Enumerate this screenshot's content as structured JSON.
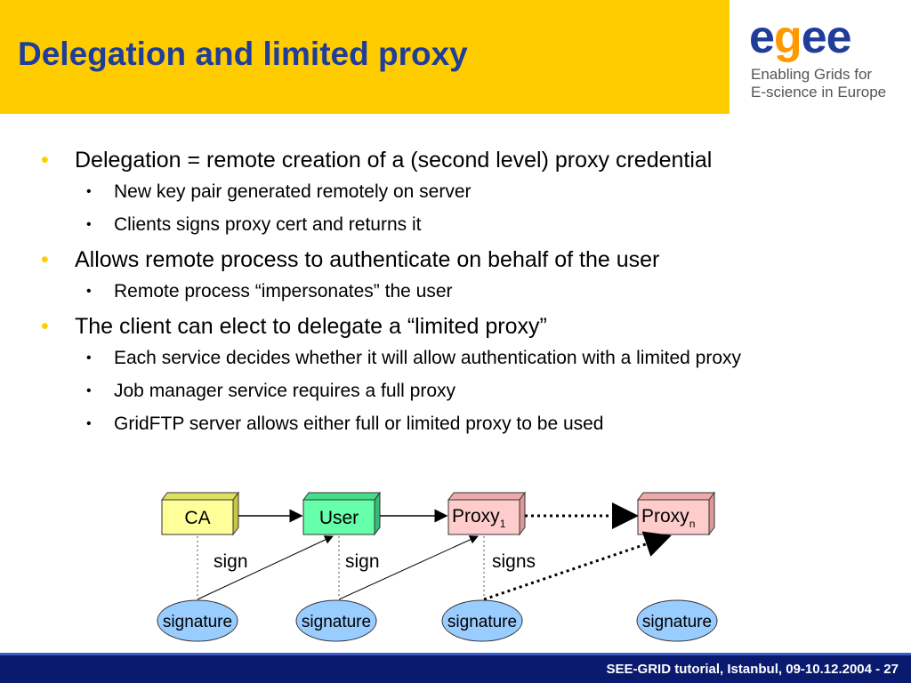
{
  "slide": {
    "title": "Delegation and limited proxy",
    "logo": {
      "word": "egee",
      "tagline_line1": "Enabling Grids for",
      "tagline_line2": "E-science in Europe"
    },
    "bullets": [
      {
        "text": "Delegation = remote creation of a (second level) proxy credential",
        "sub": [
          "New key pair generated remotely on server",
          "Clients signs proxy cert and returns it"
        ]
      },
      {
        "text": "Allows remote process to authenticate on behalf of the user",
        "sub": [
          "Remote process “impersonates” the user"
        ]
      },
      {
        "text": "The client can elect to delegate a “limited proxy”",
        "sub": [
          "Each service decides whether it will allow authentication with a limited proxy",
          "Job manager service requires a full proxy",
          "GridFTP server allows either full or limited proxy to be used"
        ]
      }
    ],
    "diagram": {
      "boxes": {
        "ca": "CA",
        "user": "User",
        "proxy1": "Proxy",
        "proxy1_sub": "1",
        "proxyn": "Proxy",
        "proxyn_sub": "n"
      },
      "labels": {
        "sign1": "sign",
        "sign2": "sign",
        "signs": "signs"
      },
      "signature": "signature",
      "colors": {
        "ca": "#ffff99",
        "user": "#66ffaa",
        "proxy": "#ffcccc",
        "signature": "#99ccff"
      }
    },
    "footer": "SEE-GRID tutorial, Istanbul, 09-10.12.2004 - 27"
  }
}
